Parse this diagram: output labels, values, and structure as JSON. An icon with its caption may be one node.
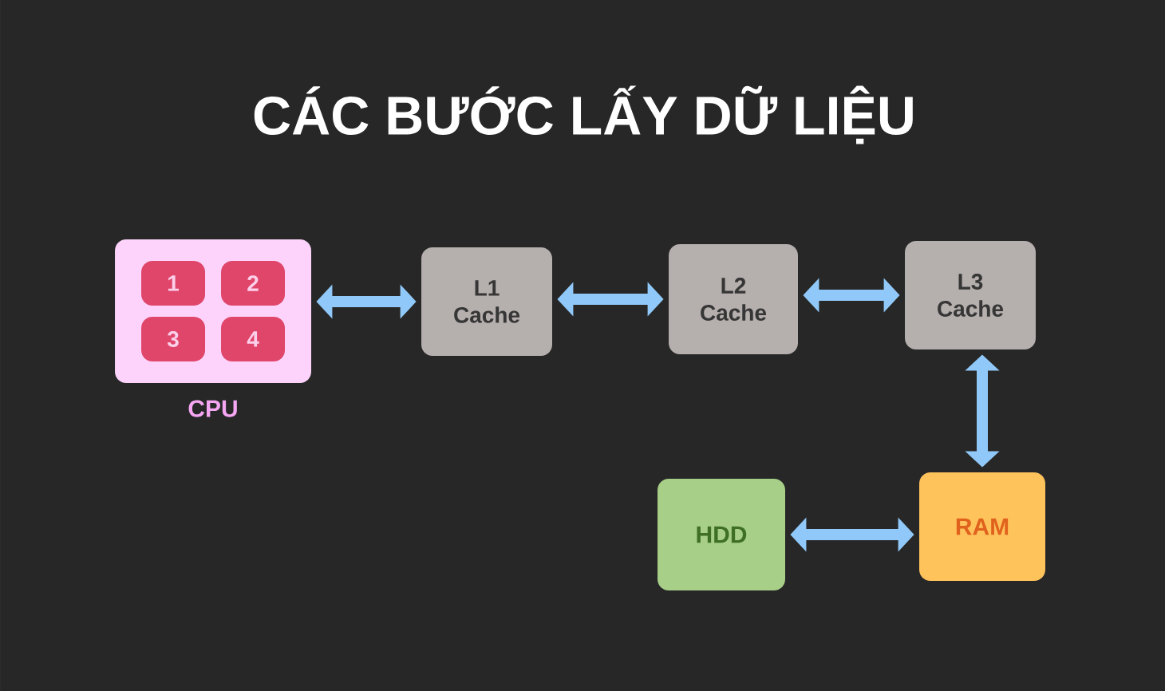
{
  "diagram": {
    "title": "CÁC BƯỚC LẤY DỮ LIỆU",
    "nodes": [
      {
        "text": [
          "CPU"
        ]
      },
      {
        "text": [
          "1"
        ],
        "in": 0
      },
      {
        "text": [
          "2"
        ],
        "in": 0
      },
      {
        "text": [
          "3"
        ],
        "in": 0
      },
      {
        "text": [
          "4"
        ],
        "in": 0
      },
      {
        "text": [
          "L1 Cache"
        ]
      },
      {
        "text": [
          "L2 Cache"
        ]
      },
      {
        "text": [
          "L3 Cache"
        ]
      },
      {
        "text": [
          "RAM"
        ]
      },
      {
        "text": [
          "HDD"
        ]
      }
    ],
    "edges": [
      {
        "from": 0,
        "to": 5,
        "arrow": "both"
      },
      {
        "from": 5,
        "to": 6,
        "arrow": "both"
      },
      {
        "from": 6,
        "to": 7,
        "arrow": "both"
      },
      {
        "from": 7,
        "to": 8,
        "arrow": "both"
      },
      {
        "from": 8,
        "to": 9,
        "arrow": "both"
      }
    ]
  }
}
